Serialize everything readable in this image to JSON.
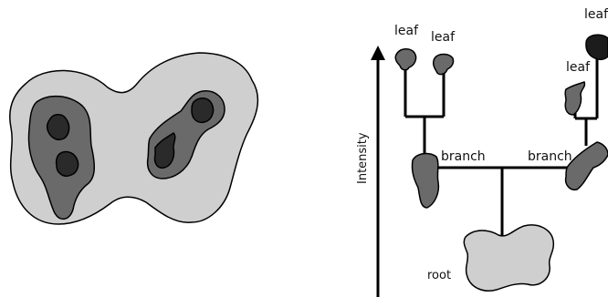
{
  "colors": {
    "background": "#ffffff",
    "light_region": "#cfcfcf",
    "medium_region": "#6a6a6a",
    "dark_region": "#2a2a2a",
    "outline": "#000000"
  },
  "dendrogram": {
    "axis_label": "Intensity",
    "leaf_labels": [
      "leaf",
      "leaf",
      "leaf",
      "leaf"
    ],
    "branch_labels": [
      "branch",
      "branch"
    ],
    "root_label": "root"
  }
}
